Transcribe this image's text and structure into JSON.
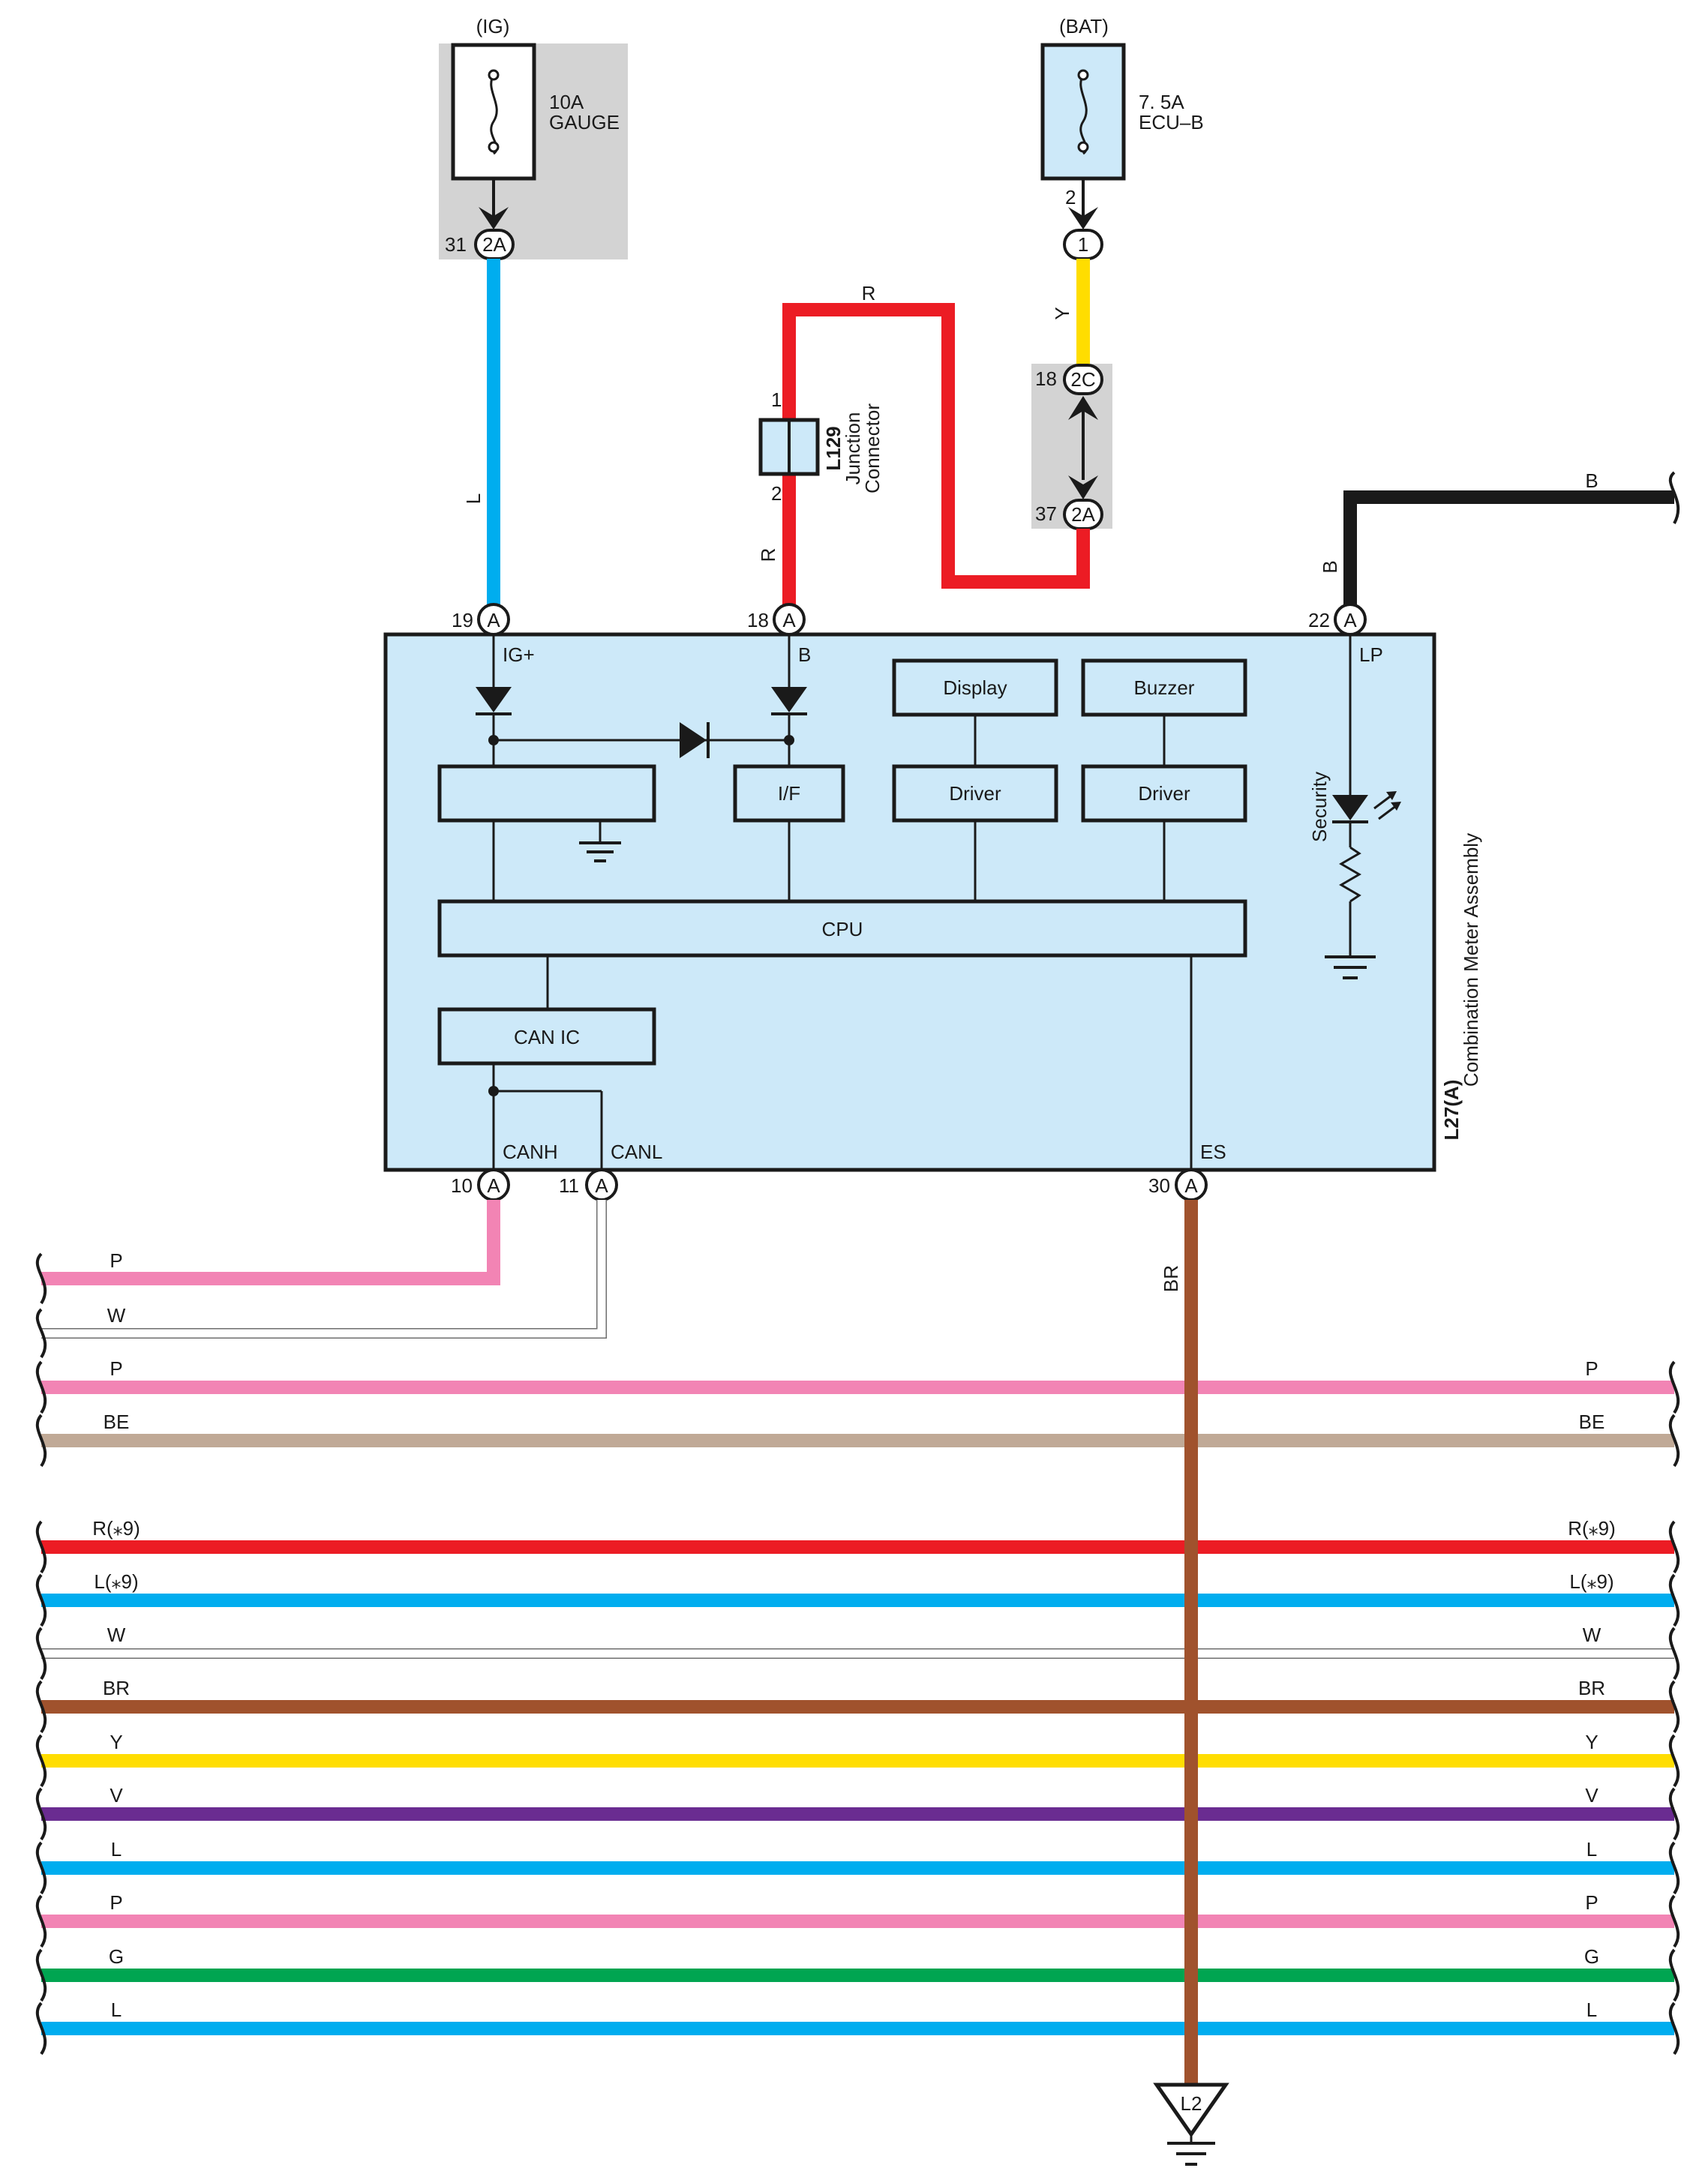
{
  "colors": {
    "pink": "#f284b4",
    "white": "#ffffff",
    "beige": "#c0a996",
    "red": "#ec1c24",
    "blue": "#00adef",
    "brown": "#a0522d",
    "yellow": "#ffdd00",
    "violet": "#6a2c91",
    "green": "#00a551",
    "black": "#1a1a1a",
    "module_fill": "#cde9f9",
    "gray_box": "#d3d3d3"
  },
  "sources": {
    "ig": {
      "label": "(IG)",
      "fuse_amp": "10A",
      "fuse_name": "GAUGE",
      "pin": "31",
      "connector": "2A"
    },
    "bat": {
      "label": "(BAT)",
      "fuse_amp": "7. 5A",
      "fuse_name": "ECU–B",
      "fuse_pin": "2",
      "connector": "1"
    }
  },
  "junction_2c2a": {
    "pin_top": "18",
    "conn_top": "2C",
    "pin_bottom": "37",
    "conn_bottom": "2A"
  },
  "junction_connector": {
    "code": "L129",
    "name_line1": "Junction",
    "name_line2": "Connector",
    "pin_top": "1",
    "pin_bottom": "2"
  },
  "module": {
    "code": "L27(A)",
    "name": "Combination Meter Assembly",
    "pins": {
      "ig": {
        "num": "19",
        "conn": "A",
        "label": "IG+"
      },
      "b": {
        "num": "18",
        "conn": "A",
        "label": "B"
      },
      "lp": {
        "num": "22",
        "conn": "A",
        "label": "LP"
      },
      "canh": {
        "num": "10",
        "conn": "A",
        "label": "CANH"
      },
      "canl": {
        "num": "11",
        "conn": "A",
        "label": "CANL"
      },
      "es": {
        "num": "30",
        "conn": "A",
        "label": "ES"
      }
    },
    "blocks": {
      "display": "Display",
      "buzzer": "Buzzer",
      "interface": "I/F",
      "driver1": "Driver",
      "driver2": "Driver",
      "cpu": "CPU",
      "can_ic": "CAN IC",
      "security": "Security"
    }
  },
  "wire_labels": {
    "ig_wire": "L",
    "b_wire_top": "R",
    "b_wire_side": "R",
    "bat_wire": "Y",
    "lp_wire_side": "B",
    "lp_wire_end": "B",
    "canh_wire": "P",
    "canl_wire": "W",
    "es_wire": "BR"
  },
  "ground": {
    "label": "L2"
  },
  "bus_wires": [
    {
      "left": "P",
      "right": "P",
      "color": "pink"
    },
    {
      "left": "BE",
      "right": "BE",
      "color": "beige"
    },
    {
      "left": "R(*9)",
      "right": "R(*9)",
      "color": "red"
    },
    {
      "left": "L(*9)",
      "right": "L(*9)",
      "color": "blue"
    },
    {
      "left": "W",
      "right": "W",
      "color": "white"
    },
    {
      "left": "BR",
      "right": "BR",
      "color": "brown"
    },
    {
      "left": "Y",
      "right": "Y",
      "color": "yellow"
    },
    {
      "left": "V",
      "right": "V",
      "color": "violet"
    },
    {
      "left": "L",
      "right": "L",
      "color": "blue"
    },
    {
      "left": "P",
      "right": "P",
      "color": "pink"
    },
    {
      "left": "G",
      "right": "G",
      "color": "green"
    },
    {
      "left": "L",
      "right": "L",
      "color": "blue"
    }
  ]
}
